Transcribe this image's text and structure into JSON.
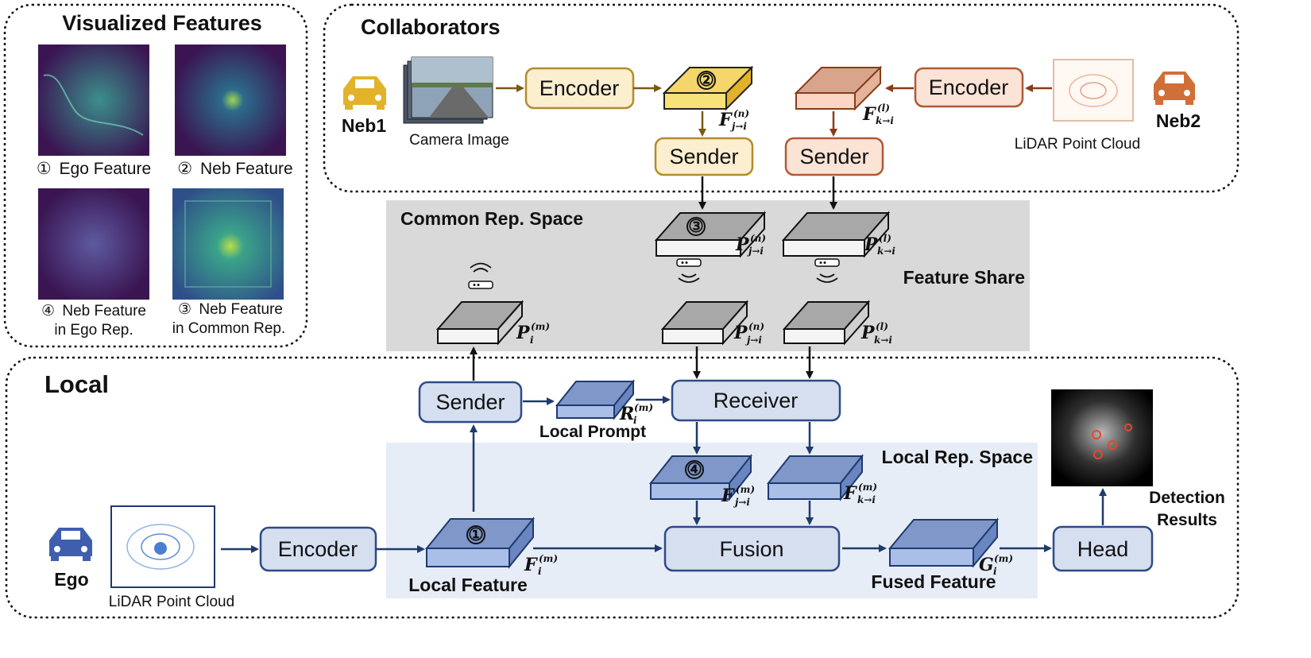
{
  "colors": {
    "yellow_fill": "#fcefcf",
    "yellow_stroke": "#b58b2d",
    "orange_fill": "#fbe3d6",
    "orange_stroke": "#b05a34",
    "blue_fill": "#d6dff0",
    "blue_stroke": "#2f4a86",
    "gray_region": "#d9d9d9",
    "light_blue_region": "#e7edf7",
    "ego_car": "#3f5fae",
    "neb1_car": "#e3b22b",
    "neb2_car": "#d06f38"
  },
  "panels": {
    "visualized_features": {
      "title": "Visualized Features",
      "items": [
        {
          "marker": "①",
          "label": "Ego Feature"
        },
        {
          "marker": "②",
          "label": "Neb Feature"
        },
        {
          "marker": "④",
          "label_lines": [
            "Neb Feature",
            "in Ego Rep."
          ]
        },
        {
          "marker": "③",
          "label_lines": [
            "Neb Feature",
            "in Common Rep."
          ]
        }
      ]
    },
    "collaborators": {
      "title": "Collaborators",
      "neb1": {
        "label": "Neb1",
        "source_label": "Camera Image",
        "encoder_label": "Encoder",
        "sender_label": "Sender",
        "feature_marker": "②"
      },
      "neb2": {
        "label": "Neb2",
        "source_label": "LiDAR Point Cloud",
        "encoder_label": "Encoder",
        "sender_label": "Sender"
      }
    },
    "common_space": {
      "title": "Common Rep. Space",
      "share_label": "Feature Share",
      "marker": "③"
    },
    "local": {
      "title": "Local",
      "ego_label": "Ego",
      "lidar_label": "LiDAR Point Cloud",
      "encoder_label": "Encoder",
      "sender_label": "Sender",
      "receiver_label": "Receiver",
      "fusion_label": "Fusion",
      "head_label": "Head",
      "local_feature_label": "Local Feature",
      "local_feature_marker": "①",
      "local_prompt_label": "Local Prompt",
      "fused_feature_label": "Fused Feature",
      "local_space_title": "Local Rep. Space",
      "received_marker": "④",
      "detection_label_lines": [
        "Detection",
        "Results"
      ]
    }
  },
  "math": {
    "F_j": {
      "base": "F",
      "sup": "(n)",
      "sub": "j→i"
    },
    "F_k": {
      "base": "F",
      "sup": "(l)",
      "sub": "k→i"
    },
    "P_j": {
      "base": "P",
      "sup": "(n)",
      "sub": "j→i"
    },
    "P_k": {
      "base": "P",
      "sup": "(l)",
      "sub": "k→i"
    },
    "P_i": {
      "base": "P",
      "sup": "(m)",
      "sub": "i"
    },
    "R_i": {
      "base": "R",
      "sup": "(m)",
      "sub": "i"
    },
    "F_i": {
      "base": "F",
      "sup": "(m)",
      "sub": "i"
    },
    "F_jm": {
      "base": "F",
      "sup": "(m)",
      "sub": "j→i"
    },
    "F_km": {
      "base": "F",
      "sup": "(m)",
      "sub": "k→i"
    },
    "G_i": {
      "base": "G",
      "sup": "(m)",
      "sub": "i"
    }
  }
}
